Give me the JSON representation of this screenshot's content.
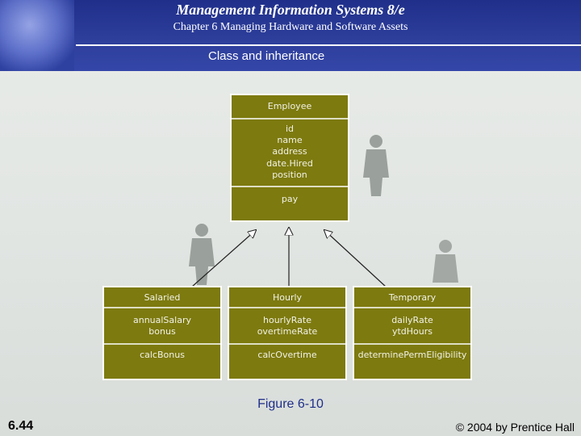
{
  "header": {
    "title": "Management Information Systems 8/e",
    "subtitle": "Chapter 6 Managing Hardware and Software Assets",
    "section": "Class and inheritance"
  },
  "diagram": {
    "parent": {
      "name": "Employee",
      "attributes": [
        "id",
        "name",
        "address",
        "date.Hired",
        "position"
      ],
      "operations": [
        "pay"
      ]
    },
    "children": [
      {
        "name": "Salaried",
        "attributes": [
          "annualSalary",
          "bonus"
        ],
        "operations": [
          "calcBonus"
        ]
      },
      {
        "name": "Hourly",
        "attributes": [
          "hourlyRate",
          "overtimeRate"
        ],
        "operations": [
          "calcOvertime"
        ]
      },
      {
        "name": "Temporary",
        "attributes": [
          "dailyRate",
          "ytdHours"
        ],
        "operations": [
          "determinePermEligibility"
        ]
      }
    ]
  },
  "footer": {
    "figure": "Figure 6-10",
    "page": "6.44",
    "copyright": "© 2004 by Prentice Hall"
  },
  "colors": {
    "header_bg": "#2e3f9c",
    "box_fill": "#7d7a0f",
    "box_border": "#ffffff",
    "figure_text": "#1f2f8a"
  }
}
